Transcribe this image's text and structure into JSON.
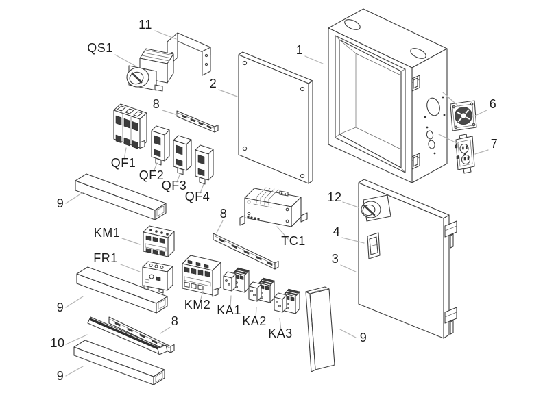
{
  "figure": {
    "kind": "exploded-parts-diagram",
    "subject": "Electrical control enclosure assembly, exploded view",
    "background_color": "#ffffff",
    "line_color": "#3e3e3e",
    "dark_fill_color": "#3c3c3c",
    "leader_line_color": "#b4b4b4",
    "label_text_color": "#1c1c1c"
  },
  "labels": [
    {
      "text": "11",
      "target": "mounting-bracket"
    },
    {
      "text": "QS1",
      "target": "main-switch"
    },
    {
      "text": "2",
      "target": "mounting-plate"
    },
    {
      "text": "1",
      "target": "enclosure-box"
    },
    {
      "text": "8",
      "target": "din-rail-top"
    },
    {
      "text": "QF1",
      "target": "breaker-qf1"
    },
    {
      "text": "QF2",
      "target": "breaker-qf2"
    },
    {
      "text": "QF3",
      "target": "breaker-qf3"
    },
    {
      "text": "QF4",
      "target": "breaker-qf4"
    },
    {
      "text": "9",
      "target": "wiring-duct-upper-left"
    },
    {
      "text": "6",
      "target": "cooling-fan"
    },
    {
      "text": "7",
      "target": "power-outlet"
    },
    {
      "text": "KM1",
      "target": "contactor-km1"
    },
    {
      "text": "FR1",
      "target": "overload-relay-fr1"
    },
    {
      "text": "8",
      "target": "din-rail-middle"
    },
    {
      "text": "TC1",
      "target": "transformer-tc1"
    },
    {
      "text": "12",
      "target": "door-handle"
    },
    {
      "text": "4",
      "target": "door-lock"
    },
    {
      "text": "3",
      "target": "door"
    },
    {
      "text": "KM2",
      "target": "contactor-km2"
    },
    {
      "text": "KA1",
      "target": "relay-ka1"
    },
    {
      "text": "KA2",
      "target": "relay-ka2"
    },
    {
      "text": "KA3",
      "target": "relay-ka3"
    },
    {
      "text": "9",
      "target": "wiring-duct-middle-left"
    },
    {
      "text": "8",
      "target": "din-rail-bottom"
    },
    {
      "text": "10",
      "target": "terminal-strip"
    },
    {
      "text": "9",
      "target": "wiring-duct-bottom-left"
    },
    {
      "text": "9",
      "target": "wiring-duct-vertical"
    }
  ]
}
